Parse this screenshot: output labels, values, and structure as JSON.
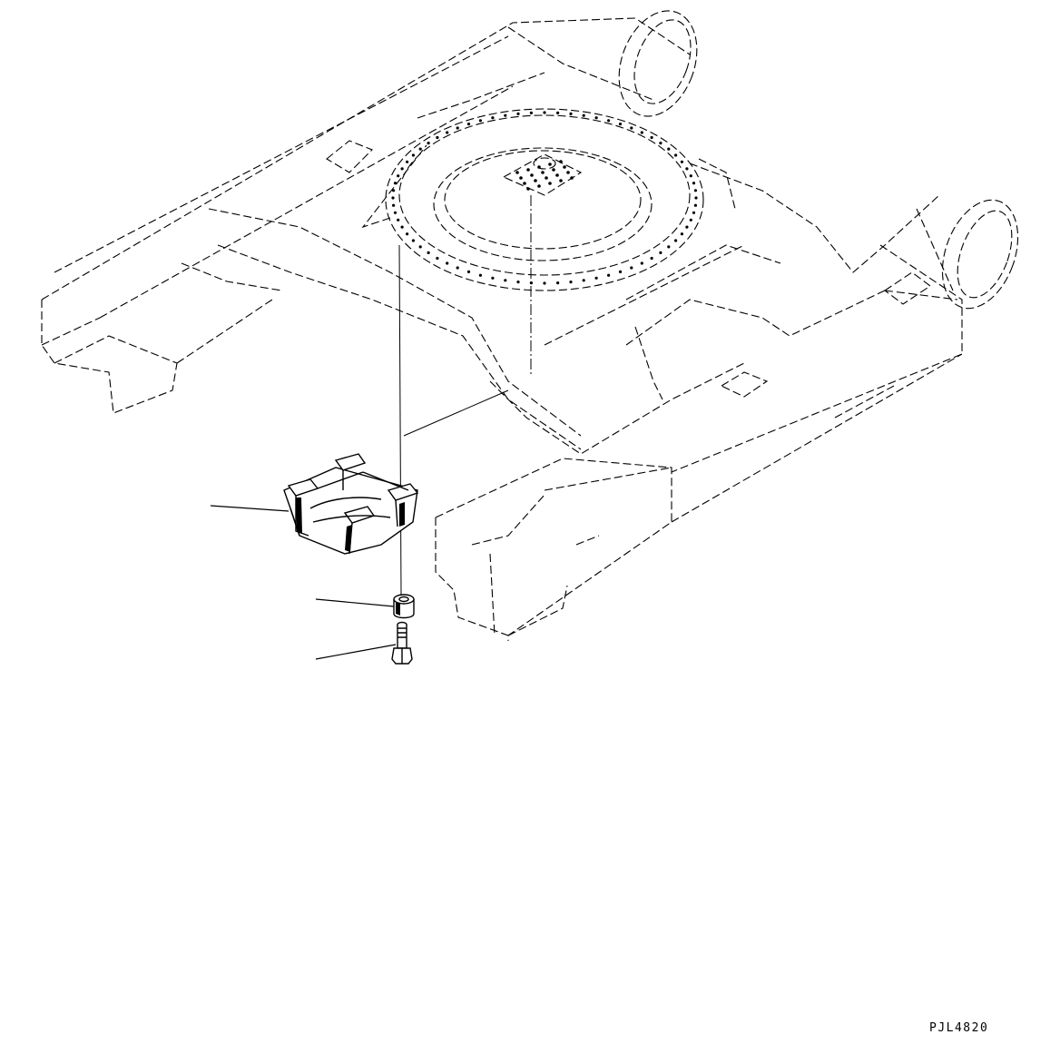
{
  "drawing": {
    "code": "PJL4820"
  },
  "parts": [
    {
      "name": "bracket-assembly"
    },
    {
      "name": "spacer-collar"
    },
    {
      "name": "bolt"
    }
  ],
  "colors": {
    "line": "#000000",
    "background": "#ffffff"
  }
}
